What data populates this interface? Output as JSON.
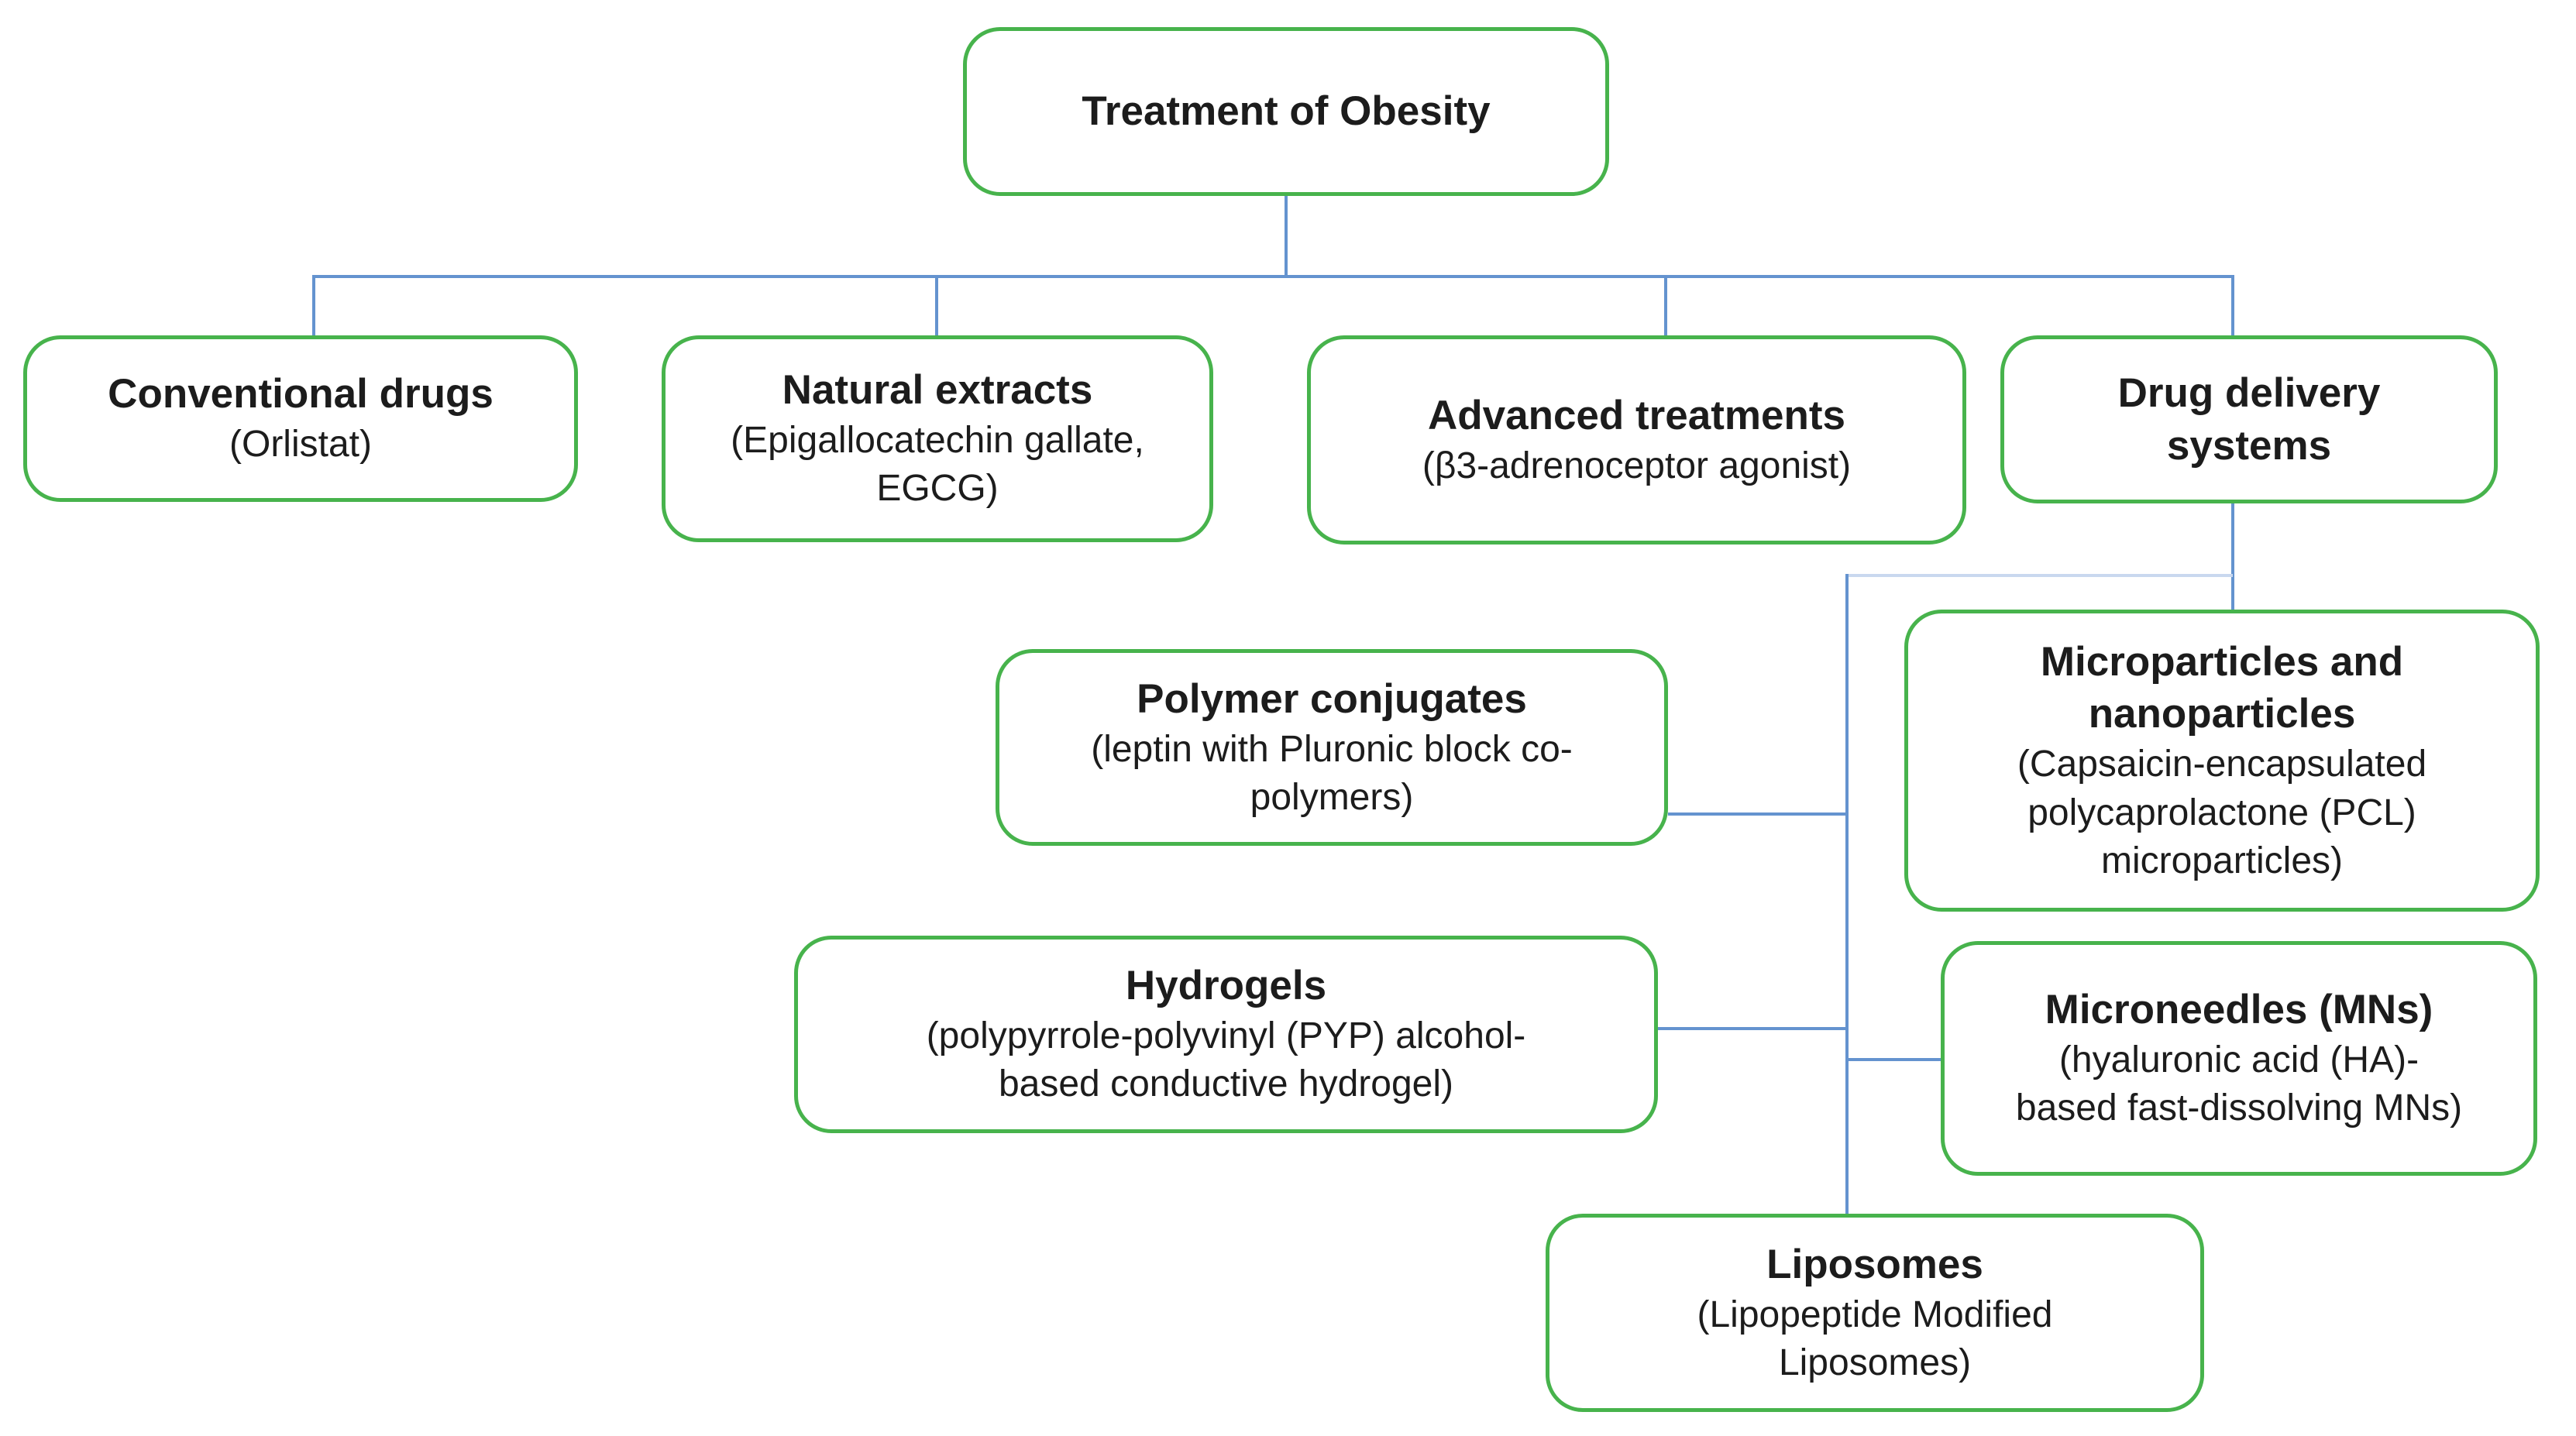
{
  "theme": {
    "box_border_green": "#47b34c",
    "connector_blue": "#6493cf",
    "connector_blue_light": "#c9d8ef",
    "text_color": "#1c1c1c",
    "background": "#ffffff"
  },
  "nodes": {
    "treatment": {
      "title_lines": [
        "Treatment of Obesity"
      ],
      "sub_lines": []
    },
    "conventional": {
      "title_lines": [
        "Conventional drugs"
      ],
      "sub_lines": [
        "(Orlistat)"
      ]
    },
    "natural": {
      "title_lines": [
        "Natural extracts"
      ],
      "sub_lines": [
        "(Epigallocatechin gallate,",
        "EGCG)"
      ]
    },
    "advanced": {
      "title_lines": [
        "Advanced treatments"
      ],
      "sub_lines": [
        "(β3-adrenoceptor agonist)"
      ]
    },
    "dds": {
      "title_lines": [
        "Drug delivery",
        "systems"
      ],
      "sub_lines": []
    },
    "polymer": {
      "title_lines": [
        "Polymer conjugates"
      ],
      "sub_lines": [
        "(leptin with Pluronic block co-",
        "polymers)"
      ]
    },
    "micronano": {
      "title_lines": [
        "Microparticles and",
        "nanoparticles"
      ],
      "sub_lines": [
        "(Capsaicin-encapsulated",
        "polycaprolactone (PCL)",
        "microparticles)"
      ]
    },
    "hydrogels": {
      "title_lines": [
        "Hydrogels"
      ],
      "sub_lines": [
        "(polypyrrole-polyvinyl (PYP) alcohol-",
        "based conductive hydrogel)"
      ]
    },
    "microneedles": {
      "title_lines": [
        "Microneedles (MNs)"
      ],
      "sub_lines": [
        "(hyaluronic acid (HA)-",
        "based fast-dissolving MNs)"
      ]
    },
    "liposomes": {
      "title_lines": [
        "Liposomes"
      ],
      "sub_lines": [
        "(Lipopeptide Modified",
        "Liposomes)"
      ]
    }
  }
}
